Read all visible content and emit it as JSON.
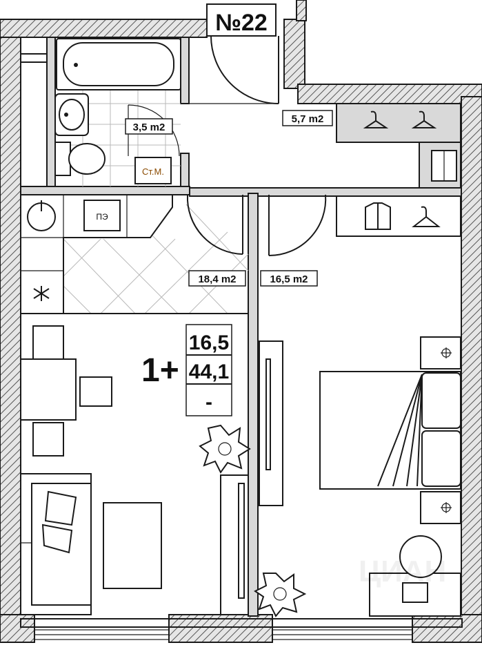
{
  "apartment": {
    "number": "№22",
    "rooms_label": "1+"
  },
  "summary": {
    "living_area": "16,5",
    "total_area": "44,1",
    "third_line": "-"
  },
  "rooms": {
    "bathroom": "3,5 m2",
    "hall": "5,7 m2",
    "kitchen": "18,4 m2",
    "bedroom": "16,5 m2"
  },
  "fixtures": {
    "washing_machine": "Ст.М.",
    "stove": "ПЭ"
  },
  "watermark": "ЦИАН"
}
